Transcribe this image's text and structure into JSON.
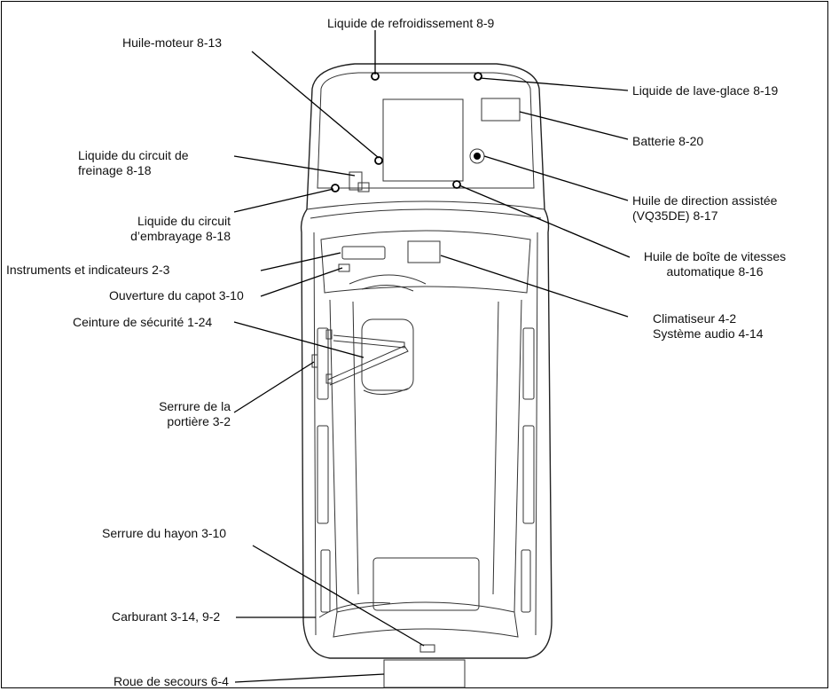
{
  "labels": {
    "coolant": "Liquide de refroidissement 8-9",
    "engine_oil": "Huile-moteur 8-13",
    "washer": "Liquide de lave-glace 8-19",
    "battery": "Batterie 8-20",
    "brake_fluid": [
      "Liquide du circuit de",
      "freinage 8-18"
    ],
    "power_steering": [
      "Huile de direction assistée",
      "(VQ35DE) 8-17"
    ],
    "clutch_fluid": [
      "Liquide du circuit",
      "d’embrayage 8-18"
    ],
    "auto_trans": [
      "Huile de boîte de vitesses",
      "automatique 8-16"
    ],
    "instruments": "Instruments et indicateurs 2-3",
    "hood": "Ouverture du capot 3-10",
    "climate": [
      "Climatiseur 4-2",
      "Système audio 4-14"
    ],
    "seatbelt": "Ceinture de sécurité 1-24",
    "door_lock": [
      "Serrure de la",
      "portière 3-2"
    ],
    "tailgate": "Serrure du hayon 3-10",
    "fuel": "Carburant 3-14, 9-2",
    "spare": "Roue de secours 6-4"
  }
}
